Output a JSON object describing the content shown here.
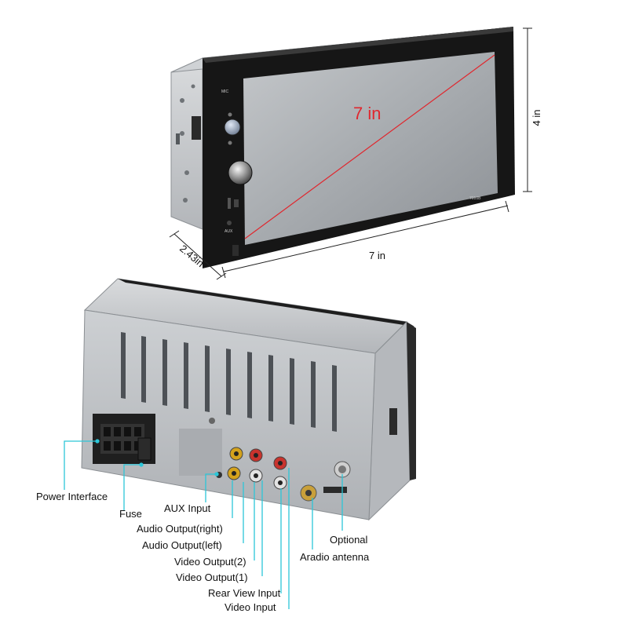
{
  "front": {
    "diagonal_label": "7 in",
    "width_label": "7 in",
    "height_label": "4 in",
    "depth_label": "2.43in",
    "model_label": "7010B",
    "mic_label": "MIC",
    "aux_label": "AUX"
  },
  "callouts": [
    {
      "id": "power-interface",
      "label": "Power Interface"
    },
    {
      "id": "fuse",
      "label": "Fuse"
    },
    {
      "id": "aux-input",
      "label": "AUX Input"
    },
    {
      "id": "audio-output-right",
      "label": "Audio Output(right)"
    },
    {
      "id": "audio-output-left",
      "label": "Audio Output(left)"
    },
    {
      "id": "video-output-2",
      "label": "Video Output(2)"
    },
    {
      "id": "video-output-1",
      "label": "Video Output(1)"
    },
    {
      "id": "rear-view-input",
      "label": "Rear View Input"
    },
    {
      "id": "video-input",
      "label": "Video Input"
    },
    {
      "id": "optional",
      "label": "Optional"
    },
    {
      "id": "aradio-antenna",
      "label": "Aradio antenna"
    }
  ],
  "colors": {
    "diagonal": "#e0272e",
    "callout_line": "#2cc6d8",
    "chassis": "#b9bcc0",
    "bezel": "#141414",
    "screen": "#9a9ea3"
  }
}
